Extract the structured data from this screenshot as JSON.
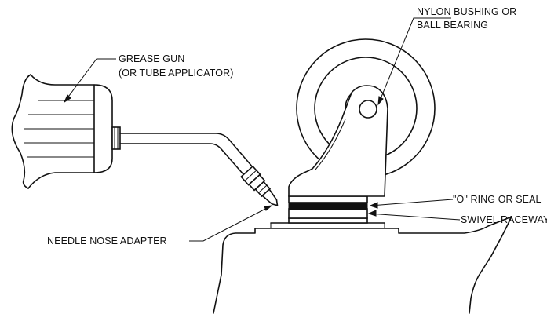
{
  "labels": {
    "grease_gun_line1": "GREASE GUN",
    "grease_gun_line2": "(OR TUBE APPLICATOR)",
    "bushing_line1": "NYLON BUSHING OR",
    "bushing_line2": "BALL BEARING",
    "o_ring": "\"O\" RING OR SEAL",
    "swivel_raceway": "SWIVEL RACEWAY",
    "needle_nose": "NEEDLE NOSE ADAPTER"
  },
  "colors": {
    "ink": "#111111",
    "background": "#ffffff"
  }
}
